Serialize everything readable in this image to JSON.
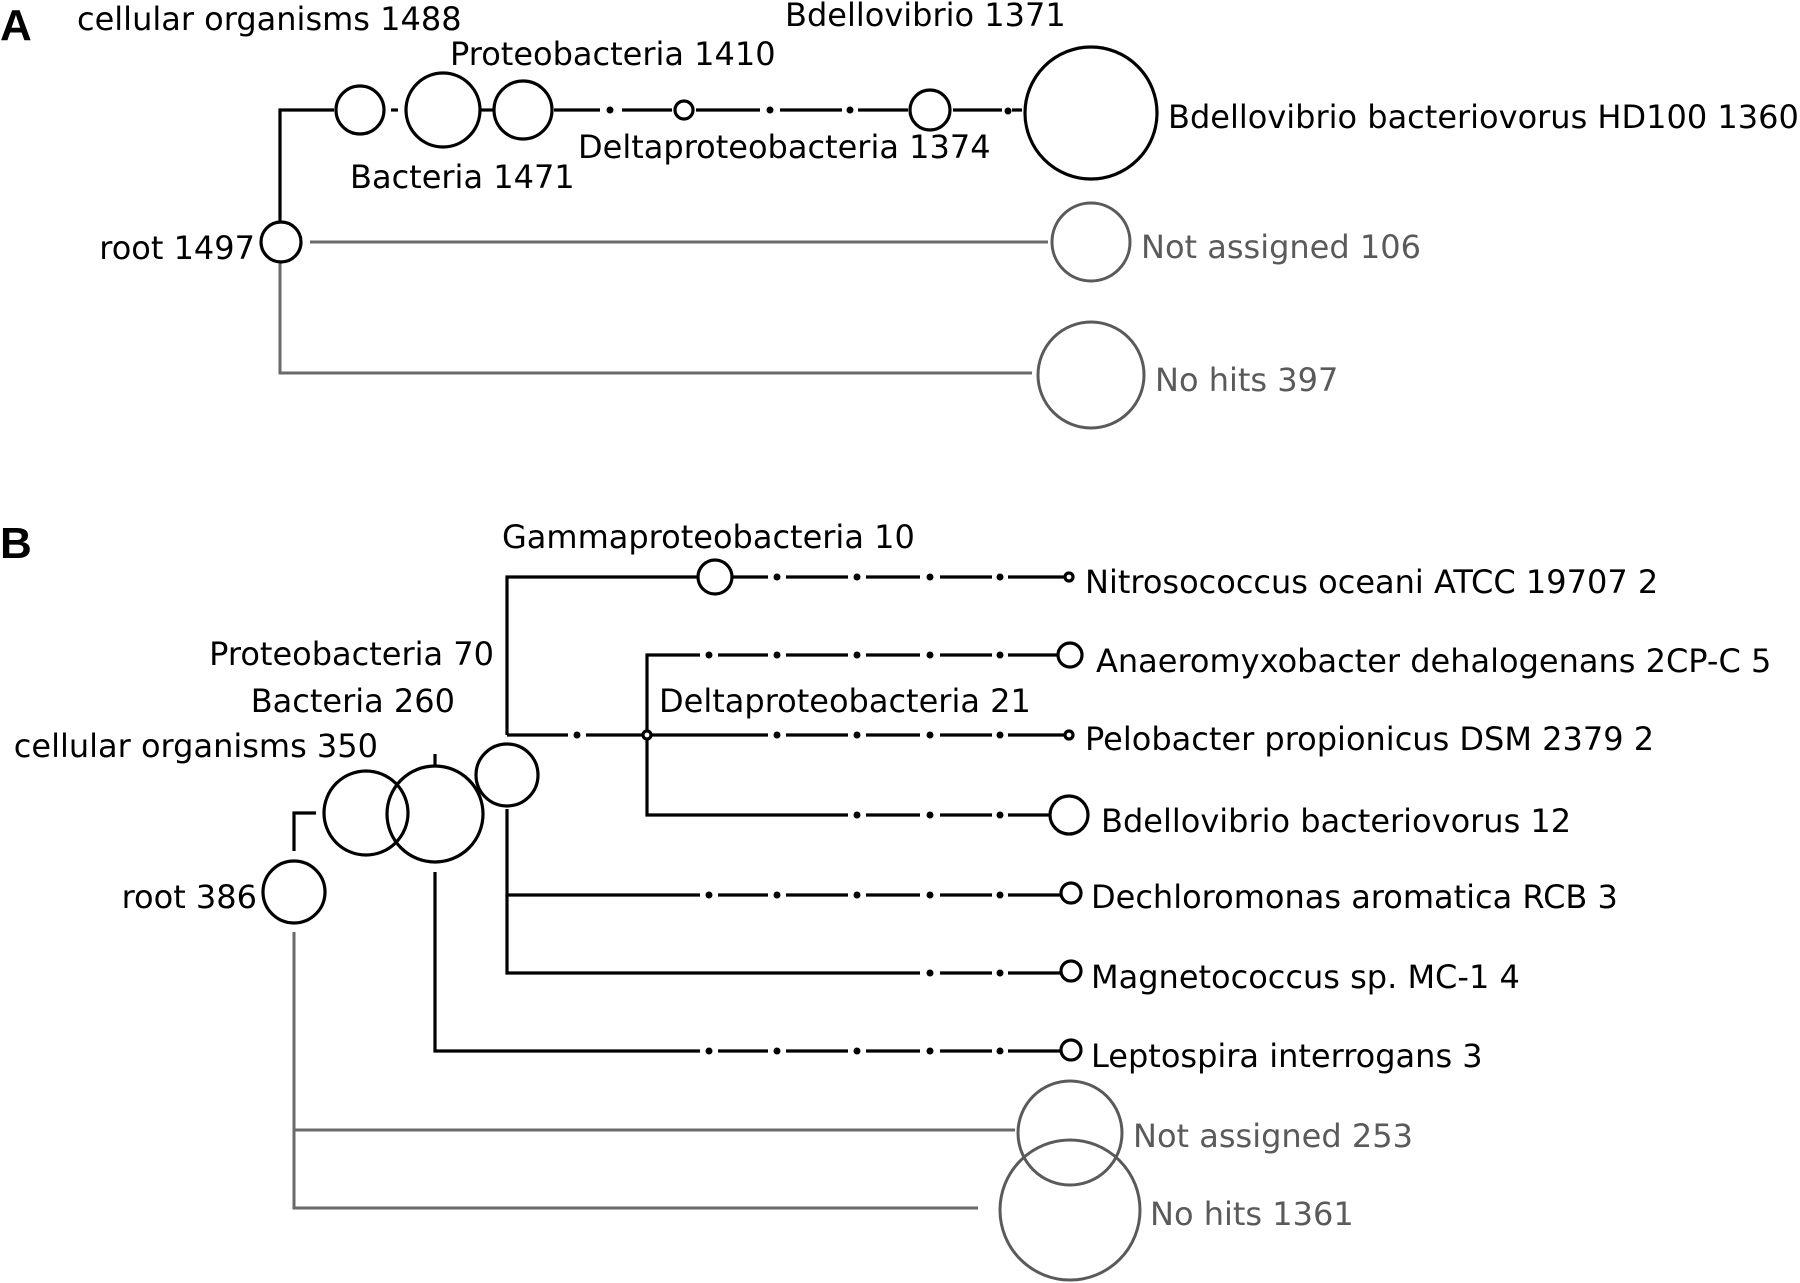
{
  "figure": {
    "panels": [
      {
        "letter": "A",
        "nodes": {
          "root": {
            "name": "root",
            "count": 1497,
            "label": "root 1497"
          },
          "cellular": {
            "name": "cellular organisms",
            "count": 1488,
            "label": "cellular organisms 1488"
          },
          "bacteria": {
            "name": "Bacteria",
            "count": 1471,
            "label": "Bacteria 1471"
          },
          "proteo": {
            "name": "Proteobacteria",
            "count": 1410,
            "label": "Proteobacteria 1410"
          },
          "delta": {
            "name": "Deltaproteobacteria",
            "count": 1374,
            "label": "Deltaproteobacteria 1374"
          },
          "bdello": {
            "name": "Bdellovibrio",
            "count": 1371,
            "label": "Bdellovibrio 1371"
          },
          "hd100": {
            "name": "Bdellovibrio bacteriovorus HD100",
            "count": 1360,
            "label": "Bdellovibrio bacteriovorus HD100 1360"
          },
          "notassigned": {
            "name": "Not assigned",
            "count": 106,
            "label": "Not assigned 106"
          },
          "nohits": {
            "name": "No hits",
            "count": 397,
            "label": "No hits 397"
          }
        }
      },
      {
        "letter": "B",
        "nodes": {
          "root": {
            "name": "root",
            "count": 386,
            "label": "root 386"
          },
          "cellular": {
            "name": "cellular organisms",
            "count": 350,
            "label": "cellular organisms 350"
          },
          "bacteria": {
            "name": "Bacteria",
            "count": 260,
            "label": "Bacteria 260"
          },
          "proteo": {
            "name": "Proteobacteria",
            "count": 70,
            "label": "Proteobacteria 70"
          },
          "gamma": {
            "name": "Gammaproteobacteria",
            "count": 10,
            "label": "Gammaproteobacteria 10"
          },
          "delta": {
            "name": "Deltaproteobacteria",
            "count": 21,
            "label": "Deltaproteobacteria 21"
          },
          "nitro": {
            "name": "Nitrosococcus oceani ATCC 19707",
            "count": 2,
            "label": "Nitrosococcus oceani ATCC 19707 2"
          },
          "anaero": {
            "name": "Anaeromyxobacter dehalogenans 2CP-C",
            "count": 5,
            "label": "Anaeromyxobacter dehalogenans 2CP-C 5"
          },
          "pelo": {
            "name": "Pelobacter propionicus DSM 2379",
            "count": 2,
            "label": "Pelobacter propionicus DSM 2379 2"
          },
          "bdello": {
            "name": "Bdellovibrio bacteriovorus",
            "count": 12,
            "label": "Bdellovibrio bacteriovorus 12"
          },
          "dechlo": {
            "name": "Dechloromonas aromatica RCB",
            "count": 3,
            "label": "Dechloromonas aromatica RCB 3"
          },
          "magneto": {
            "name": "Magnetococcus sp. MC-1",
            "count": 4,
            "label": "Magnetococcus sp. MC-1 4"
          },
          "lepto": {
            "name": "Leptospira interrogans",
            "count": 3,
            "label": "Leptospira interrogans 3"
          },
          "notassigned": {
            "name": "Not assigned",
            "count": 253,
            "label": "Not assigned 253"
          },
          "nohits": {
            "name": "No hits",
            "count": 1361,
            "label": "No hits 1361"
          }
        }
      }
    ],
    "colors": {
      "assigned": "#000000",
      "unassigned": "#5a5a5a"
    }
  }
}
